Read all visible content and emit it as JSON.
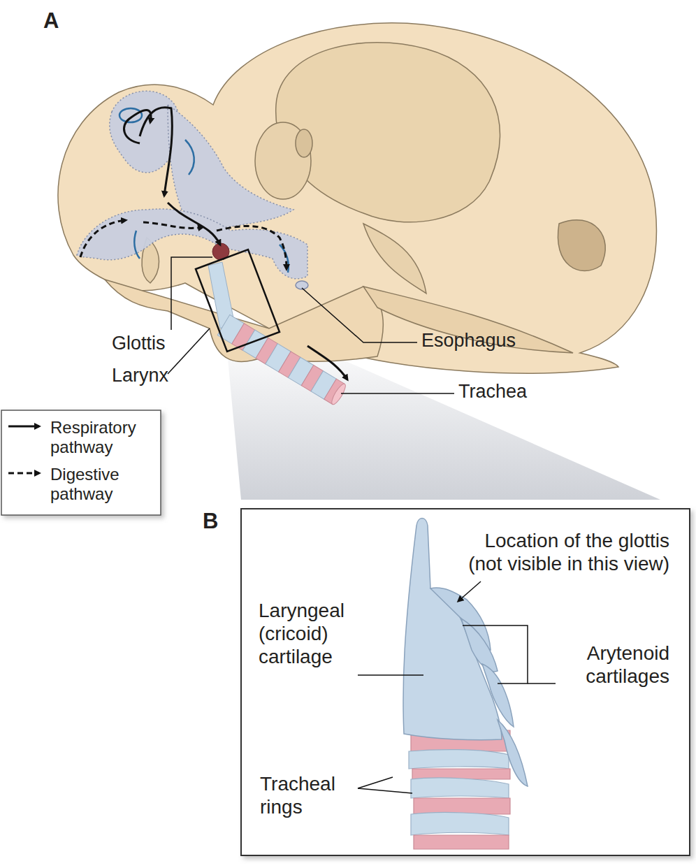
{
  "diagram": {
    "labels": [
      "A",
      "Glottis",
      "Larynx",
      "Esophagus",
      "Trachea",
      "B",
      "Location of the glottis (not visible in this view)",
      "Laryngeal (cricoid) cartilage",
      "Arytenoid cartilages",
      "Tracheal rings"
    ],
    "legend": [
      {
        "text": "Respiratory pathway"
      },
      {
        "text": "Digestive pathway"
      }
    ]
  }
}
